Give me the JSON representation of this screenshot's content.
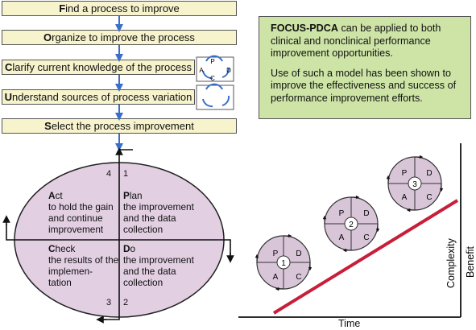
{
  "steps": [
    {
      "first": "F",
      "rest": "ind a process to improve"
    },
    {
      "first": "O",
      "rest": "rganize to improve the process"
    },
    {
      "first": "C",
      "rest": "larify current knowledge of the process"
    },
    {
      "first": "U",
      "rest": "nderstand sources of process variation"
    },
    {
      "first": "S",
      "rest": "elect the process improvement"
    }
  ],
  "note": {
    "p1_bold": "FOCUS-PDCA",
    "p1_rest": " can be applied to both clinical and nonclinical performance improvement opportunities.",
    "p2": "Use of such a model has been shown to improve the effectiveness and success of performance improvement efforts."
  },
  "cycle": {
    "act": {
      "first": "A",
      "rest": "ct",
      "lines": [
        "to hold the gain",
        "and continue",
        "improvement"
      ]
    },
    "plan": {
      "first": "P",
      "rest": "lan",
      "lines": [
        "the improvement",
        "and the data",
        "collection"
      ]
    },
    "check": {
      "first": "C",
      "rest": "heck",
      "lines": [
        "the results of the",
        "implemen-",
        "tation"
      ]
    },
    "do": {
      "first": "D",
      "rest": "o",
      "lines": [
        "the improvement",
        "and the data",
        "collection"
      ]
    },
    "numbers": [
      "4",
      "1",
      "3",
      "2"
    ]
  },
  "pdca_letters": [
    "P",
    "D",
    "C",
    "A"
  ],
  "mini_cycles": [
    "1",
    "2",
    "3"
  ],
  "axes": {
    "x": "Time",
    "y1": "Complexity",
    "y2": "Benefit"
  },
  "colors": {
    "step_fill": "#f7f3cd",
    "note_fill": "#cde4a6",
    "oval_fill": "#e2cfe2",
    "mini_fill": "#d8c6d8",
    "trend_line": "#c81e3a",
    "arrow_blue": "#3a6fc9"
  }
}
